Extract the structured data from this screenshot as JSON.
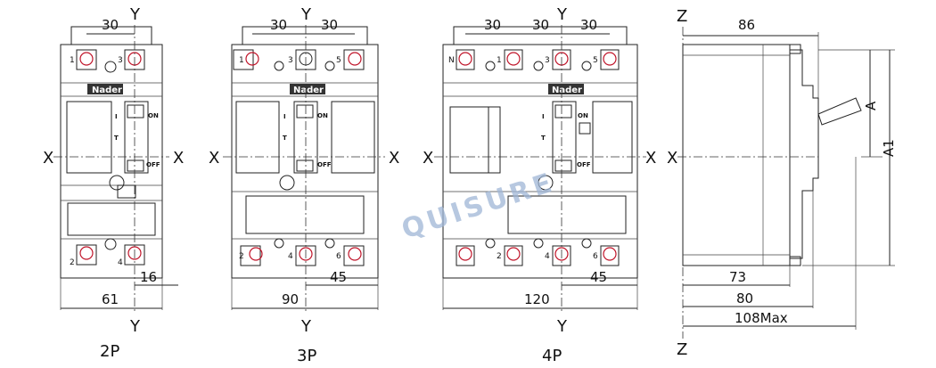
{
  "watermark": "QUISURE",
  "brand_label": "Nader",
  "axis_labels": {
    "x": "X",
    "y": "Y",
    "z": "Z"
  },
  "pole_labels": [
    "2P",
    "3P",
    "4P"
  ],
  "terminal_numbers": {
    "top_2p": [
      "1",
      "3"
    ],
    "bottom_2p": [
      "2",
      "4"
    ],
    "top_3p": [
      "1",
      "3",
      "5"
    ],
    "bottom_3p": [
      "2",
      "4",
      "6"
    ],
    "top_4p": [
      "N",
      "1",
      "3",
      "5"
    ],
    "bottom_4p": [
      "2",
      "4",
      "6"
    ]
  },
  "switch_labels": {
    "on": "ON",
    "off": "OFF",
    "i": "I",
    "t": "T"
  },
  "dimensions": {
    "p2_pitch": "30",
    "p2_width": "61",
    "p2_offset": "16",
    "p3_pitch_left": "30",
    "p3_pitch_right": "30",
    "p3_width": "90",
    "p3_half": "45",
    "p4_pitch_1": "30",
    "p4_pitch_2": "30",
    "p4_pitch_3": "30",
    "p4_width": "120",
    "p4_half": "45",
    "side_depth_top": "86",
    "side_73": "73",
    "side_80": "80",
    "side_max": "108Max",
    "side_a": "A",
    "side_a1": "A1"
  }
}
